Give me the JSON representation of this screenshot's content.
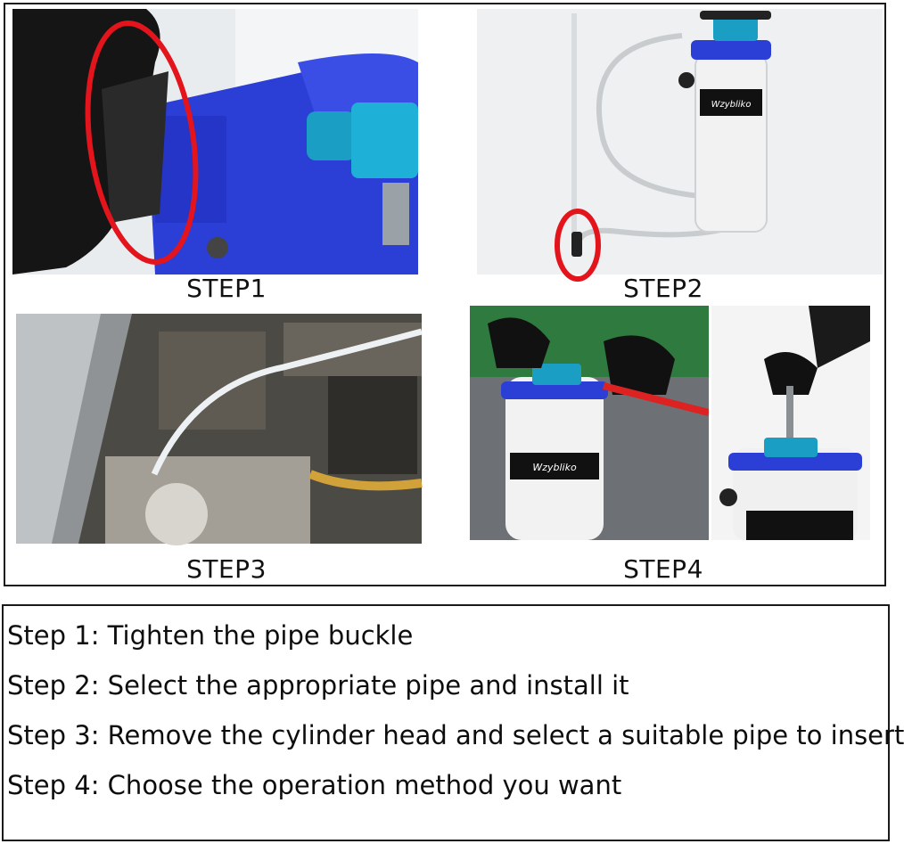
{
  "panels": [
    {
      "caption": "STEP1"
    },
    {
      "caption": "STEP2"
    },
    {
      "caption": "STEP3"
    },
    {
      "caption": "STEP4"
    }
  ],
  "product_brand": "Wzybliko",
  "steps": [
    "Step 1: Tighten the pipe buckle",
    "Step 2: Select the appropriate pipe and install it",
    "Step 3: Remove the cylinder head and select a suitable pipe to insert",
    "Step 4: Choose the operation method you want"
  ],
  "colors": {
    "border": "#1a1a1a",
    "tool_blue": "#2b3fd6",
    "highlight_red": "#e3141b",
    "fitting_teal": "#1a9ec4",
    "container_white": "#f2f2f2"
  }
}
